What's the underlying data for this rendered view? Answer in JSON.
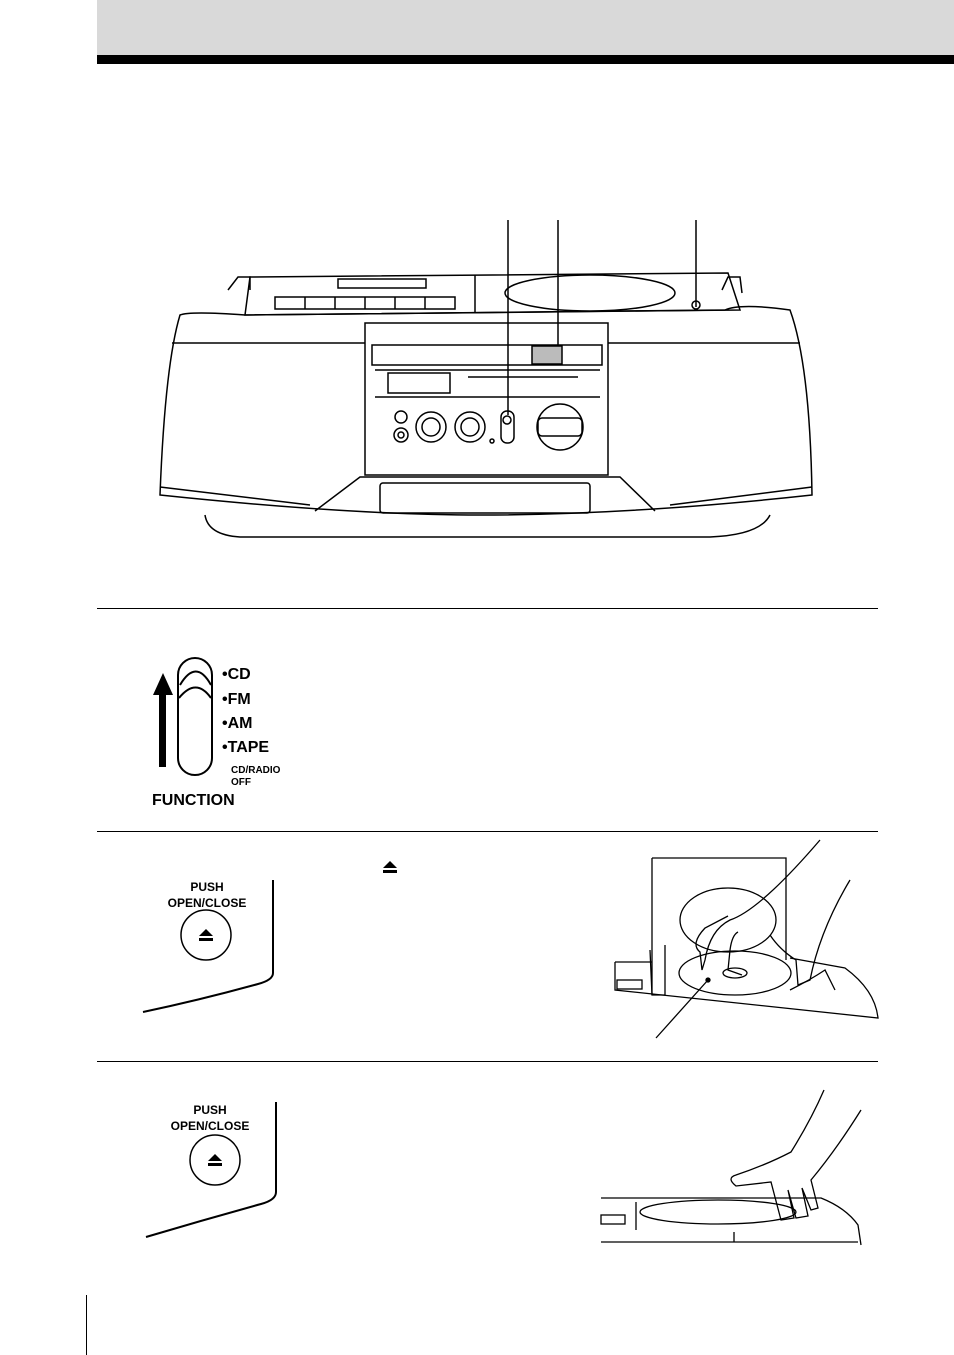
{
  "function_switch": {
    "options": [
      "CD",
      "FM",
      "AM",
      "TAPE"
    ],
    "off_label": "CD/RADIO\nOFF",
    "title": "FUNCTION"
  },
  "push_button_1": {
    "line1": "PUSH",
    "line2": "OPEN/CLOSE"
  },
  "push_button_2": {
    "line1": "PUSH",
    "line2": "OPEN/CLOSE"
  },
  "icons": [
    "eject-icon",
    "eject-icon",
    "eject-icon"
  ]
}
